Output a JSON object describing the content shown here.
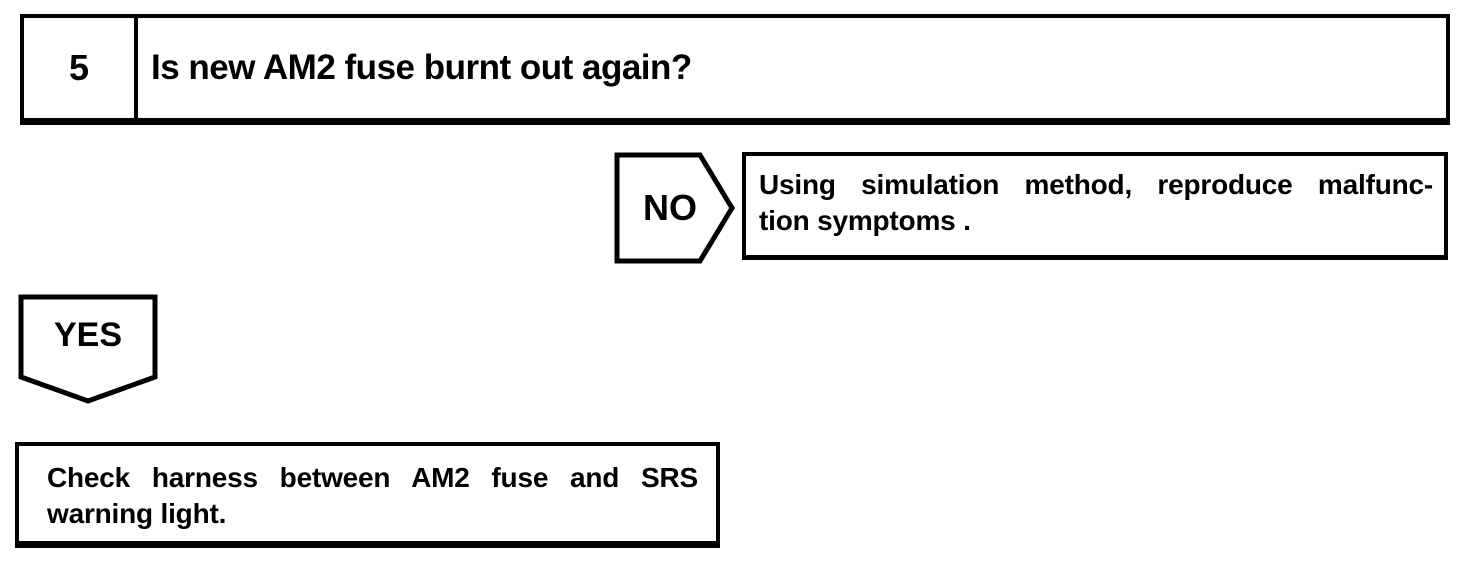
{
  "colors": {
    "ink": "#000000",
    "paper": "#ffffff"
  },
  "flowchart": {
    "step": {
      "number": "5",
      "question": "Is new AM2 fuse burnt out again?"
    },
    "no_branch": {
      "connector_label": "NO",
      "action_line1": "Using simulation method, reproduce malfunc-",
      "action_line2": "tion symptoms ."
    },
    "yes_branch": {
      "connector_label": "YES",
      "action_line1": "Check harness between AM2 fuse and SRS",
      "action_line2": "warning light."
    }
  }
}
